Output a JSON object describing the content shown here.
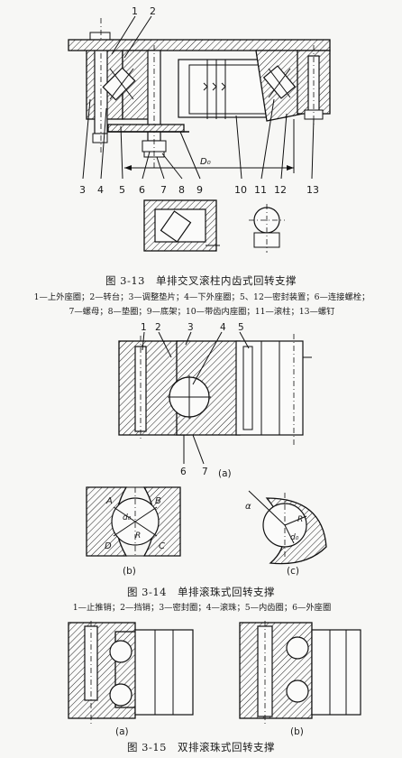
{
  "fig13": {
    "callouts_top": [
      "1",
      "2"
    ],
    "callouts_bottom": [
      "3",
      "4",
      "5",
      "6",
      "7",
      "8",
      "9",
      "10",
      "11",
      "12",
      "13"
    ],
    "dimension": "D₀",
    "caption": "图 3-13　单排交叉滚柱内齿式回转支撑",
    "legend_line1": "1—上外座圈；2—转台；3—调整垫片；4—下外座圈；5、12—密封装置；6—连接螺栓；",
    "legend_line2": "7—螺母；8—垫圈；9—底架；10—带齿内座圈；11—滚柱；13—螺钉"
  },
  "fig14": {
    "callouts": [
      "1",
      "2",
      "3",
      "4",
      "5",
      "6",
      "7"
    ],
    "sub_a": "(a)",
    "sub_b": "(b)",
    "sub_c": "(c)",
    "labels_b": [
      "A",
      "B",
      "C",
      "D",
      "d₀",
      "R"
    ],
    "labels_c": [
      "α",
      "R",
      "d₀"
    ],
    "caption": "图 3-14　单排滚珠式回转支撑",
    "legend": "1—止推销；2—挡销；3—密封圈；4—滚珠；5—内齿圈；6—外座圈"
  },
  "fig15": {
    "sub_a": "(a)",
    "sub_b": "(b)",
    "caption": "图 3-15　双排滚珠式回转支撑"
  }
}
